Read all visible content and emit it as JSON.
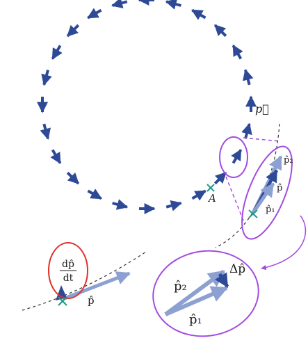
{
  "labels": {
    "p_vec": "p⃗",
    "point_a": "A",
    "p_hat_2_small": "p̂₂",
    "p_hat_small": "p̂",
    "p_hat_1_small": "p̂₁",
    "dp_num": "dp̂",
    "dp_den": "dt",
    "p_hat_tangent": "p̂",
    "p_hat_2_large": "p̂₂",
    "delta_p_hat": "Δp̂",
    "p_hat_1_large": "p̂₁"
  },
  "colors": {
    "arrow": "#2e4a96",
    "arrow_light": "#8ca0d2",
    "marker": "#1f9a8a",
    "highlight": "#a24be0",
    "derivative_ring": "#e0302c",
    "dashed_path": "#333333"
  }
}
